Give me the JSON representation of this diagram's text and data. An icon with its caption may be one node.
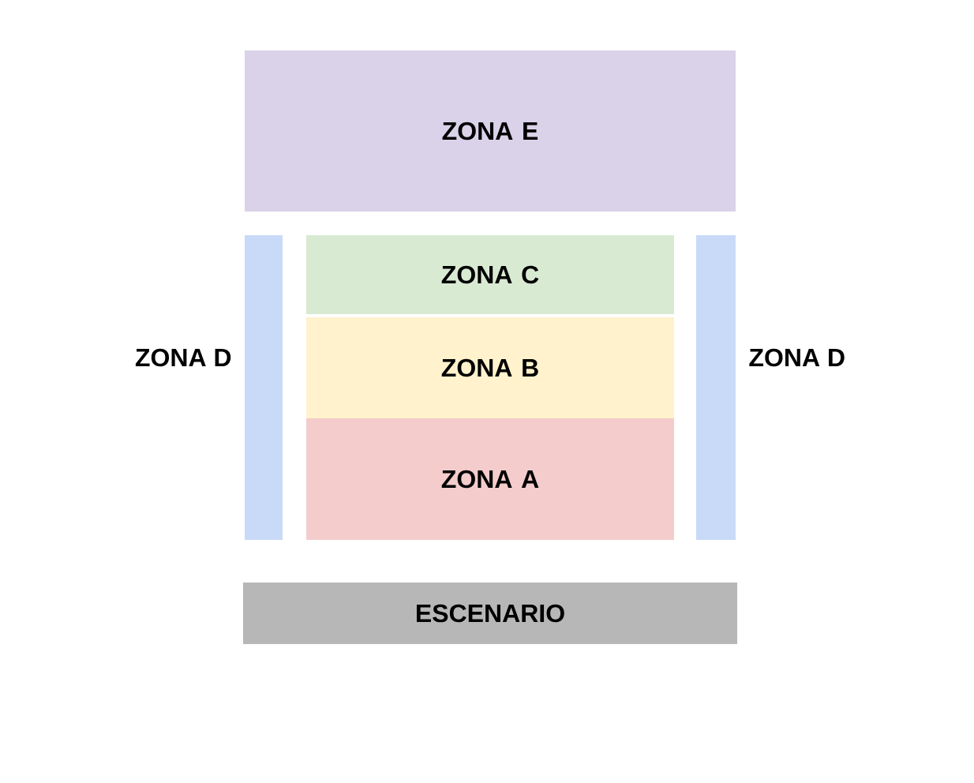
{
  "diagram": {
    "nodes": [
      {
        "text": [
          "ZONA E"
        ]
      },
      {
        "text": [
          "ZONA D"
        ]
      },
      {
        "text": [
          "ZONA C"
        ]
      },
      {
        "text": [
          "ZONA B"
        ]
      },
      {
        "text": [
          "ZONA A"
        ]
      },
      {
        "text": [
          "ZONA D"
        ]
      },
      {
        "text": [
          "ESCENARIO"
        ]
      }
    ]
  }
}
